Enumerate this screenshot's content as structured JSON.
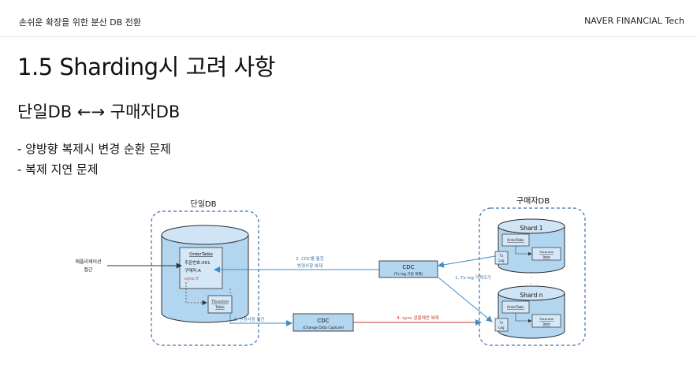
{
  "header": {
    "left": "손쉬운 확장을 위한 분산 DB 전환",
    "right": "NAVER FINANCIAL Tech"
  },
  "title": "1.5 Sharding시 고려 사항",
  "subtitle": "단일DB ←→ 구매자DB",
  "bullets": [
    "- 양방향 복제시 변경 순환 문제",
    "- 복제 지연 문제"
  ],
  "diagram": {
    "single_db_label": "단일DB",
    "buyer_db_label": "구매자DB",
    "app_access": [
      "애플리케이션",
      "접근"
    ],
    "order_table": "OrderTable",
    "order_rows": [
      "주문번호:001",
      "구매자:A",
      "sync:Y"
    ],
    "tx_table": [
      "TXcontrol",
      "Table"
    ],
    "cdc_top": {
      "title": "CDC",
      "sub": "(Tx log 기반 복제)"
    },
    "cdc_bottom": {
      "title": "CDC",
      "sub": "(Change Data Capture)"
    },
    "edge_cdc_apply": [
      "2. CDC를 통한",
      "변경사항 복제"
    ],
    "edge_tx_fetch": "1. Tx log 가져오기",
    "edge_change_check": "3. 변경사항 확인",
    "edge_sync_replicate": "4. sync 없을때만 복제",
    "shard1": {
      "title": "Shard 1",
      "order": "OrderTable",
      "tx": [
        "Tx",
        "Log"
      ],
      "txctl": [
        "TXcontrol",
        "Table"
      ]
    },
    "shardn": {
      "title": "Shard n",
      "order": "OrderTable",
      "tx": [
        "Tx",
        "Log"
      ],
      "txctl": [
        "TXcontrol",
        "Table"
      ]
    },
    "ellipsis": "·\n·\n·",
    "colors": {
      "cylinder": "#b3d6f0",
      "dashed": "#3f6fae",
      "arrow_blue": "#3d8fc9",
      "arrow_dark": "#333333",
      "red": "#c0392b"
    }
  }
}
